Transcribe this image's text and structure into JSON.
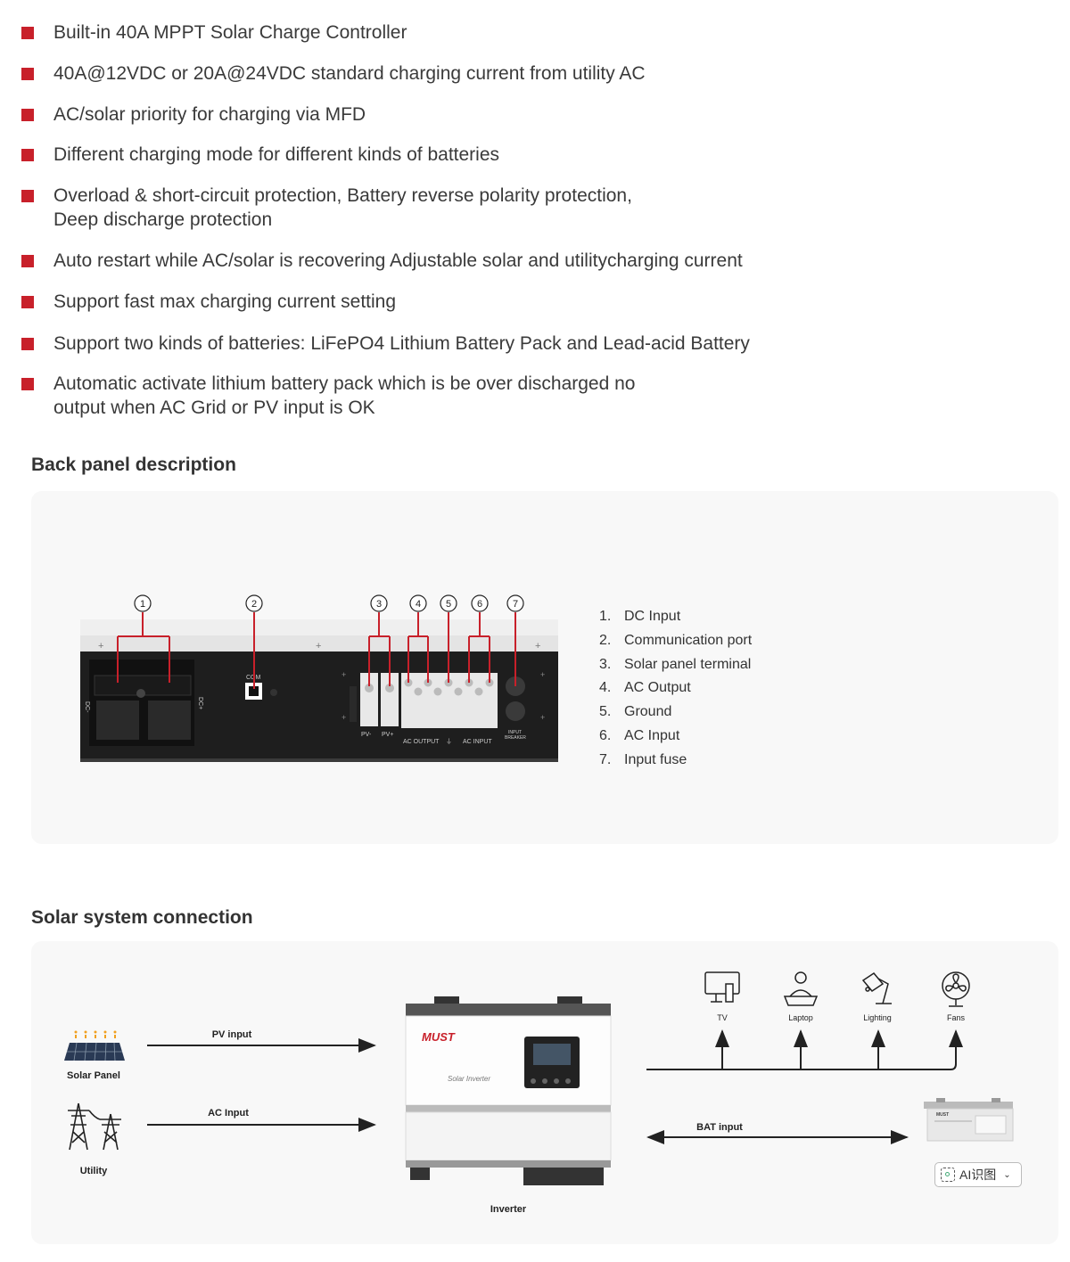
{
  "features": [
    {
      "text": "Built-in 40A MPPT Solar Charge Controller"
    },
    {
      "text": "40A@12VDC or 20A@24VDC standard charging current from utility AC"
    },
    {
      "text": "AC/solar priority for charging via MFD"
    },
    {
      "text": "Different charging mode for different kinds of batteries"
    },
    {
      "text": "Overload & short-circuit protection, Battery reverse polarity protection,\nDeep discharge protection"
    },
    {
      "text": "Auto restart while AC/solar is recovering Adjustable solar and utilitycharging current"
    },
    {
      "text": "Support fast max charging current setting"
    },
    {
      "text": "Support two kinds of batteries: LiFePO4 Lithium Battery Pack and Lead-acid Battery"
    },
    {
      "text": "Automatic activate lithium battery pack which is be over discharged no\noutput when AC Grid or PV input is OK"
    }
  ],
  "back_panel": {
    "title": "Back panel description",
    "callouts": [
      "1",
      "2",
      "3",
      "4",
      "5",
      "6",
      "7"
    ],
    "device_labels": {
      "dc_minus": "DC-",
      "dc_plus": "DC+",
      "com": "COM",
      "pv_minus": "PV-",
      "pv_plus": "PV+",
      "ac_output": "AC OUTPUT",
      "ac_input": "AC INPUT",
      "breaker_line1": "INPUT",
      "breaker_line2": "BREAKER"
    },
    "legend": [
      {
        "num": "1.",
        "label": "DC Input"
      },
      {
        "num": "2.",
        "label": "Communication port"
      },
      {
        "num": "3.",
        "label": "Solar panel terminal"
      },
      {
        "num": "4.",
        "label": "AC Output"
      },
      {
        "num": "5.",
        "label": "Ground"
      },
      {
        "num": "6.",
        "label": "AC Input"
      },
      {
        "num": "7.",
        "label": "Input fuse"
      }
    ]
  },
  "solar_connection": {
    "title": "Solar system connection",
    "solar_panel_label": "Solar Panel",
    "utility_label": "Utility",
    "pv_input_label": "PV input",
    "ac_input_label": "AC Input",
    "bat_input_label": "BAT input",
    "inverter_label": "Inverter",
    "inverter_brand": "MUST",
    "inverter_model": "Solar Inverter",
    "loads": [
      {
        "label": "TV",
        "icon": "tv-icon"
      },
      {
        "label": "Laptop",
        "icon": "laptop-user-icon"
      },
      {
        "label": "Lighting",
        "icon": "desk-lamp-icon"
      },
      {
        "label": "Fans",
        "icon": "fan-icon"
      }
    ],
    "battery_brand": "MUST"
  },
  "ai_widget": {
    "label": "AI识图",
    "icon": "scan-icon",
    "chevron": "chevron-down-icon"
  },
  "colors": {
    "accent_red": "#c8202a",
    "panel_bg": "#f8f8f8",
    "device_dark": "#1e1e1e"
  }
}
